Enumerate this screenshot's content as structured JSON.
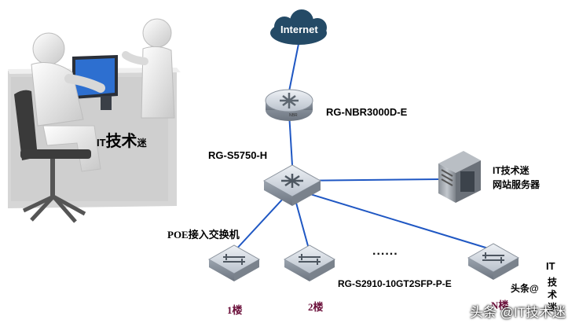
{
  "cloud": {
    "label": "Internet"
  },
  "router": {
    "label": "RG-NBR3000D-E",
    "badge": "NBR"
  },
  "core_switch": {
    "label": "RG-S5750-H"
  },
  "server": {
    "label_line1": "IT技术迷",
    "label_line2": "网站服务器"
  },
  "office": {
    "it_prefix": "IT",
    "big_chars": "技术",
    "small_char": "迷"
  },
  "access_layer": {
    "group_label": "POE接入交换机",
    "model_label": "RG-S2910-10GT2SFP-P-E",
    "ellipsis": "......",
    "floors": [
      "1楼",
      "2楼",
      "N楼"
    ]
  },
  "side_vertical": [
    "IT",
    "技",
    "术",
    "迷"
  ],
  "watermark": {
    "prefix": "头条@",
    "brand": "头条 @IT技术迷"
  },
  "colors": {
    "link": "#1f57c3",
    "cloud": "#244a66",
    "device": "#cdd3dc",
    "floor_text": "#6b0f3a"
  }
}
